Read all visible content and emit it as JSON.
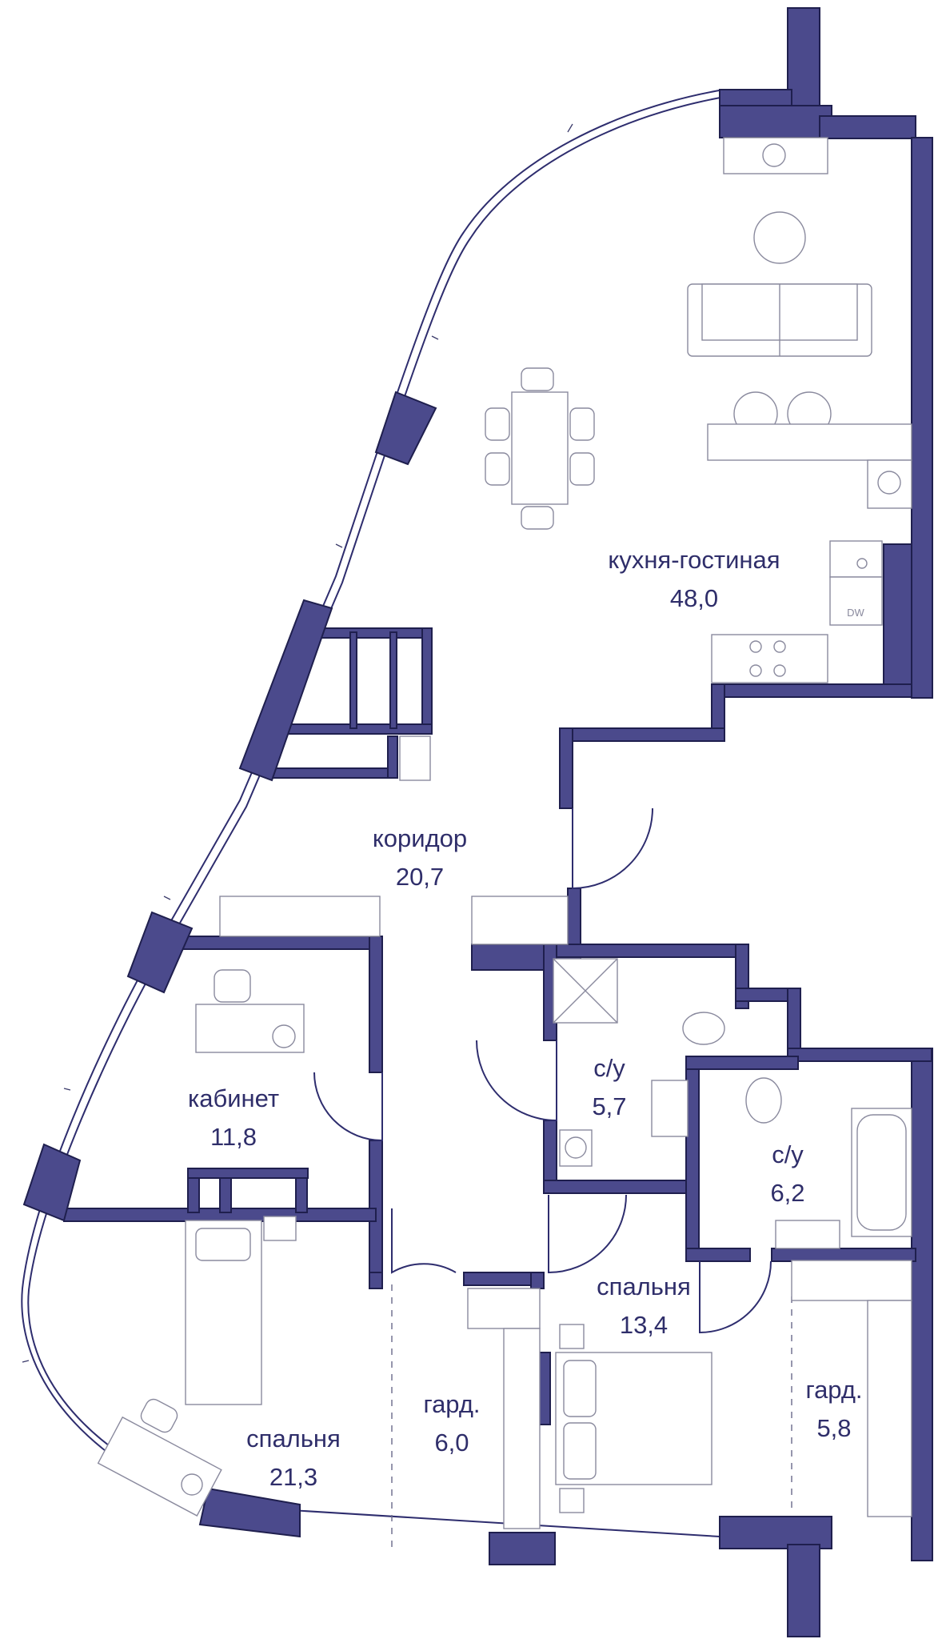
{
  "plan": {
    "rooms": [
      {
        "id": "kitchen-living",
        "name": "кухня-гостиная",
        "area": "48,0"
      },
      {
        "id": "corridor",
        "name": "коридор",
        "area": "20,7"
      },
      {
        "id": "study",
        "name": "кабинет",
        "area": "11,8"
      },
      {
        "id": "bathroom-1",
        "name": "с/у",
        "area": "5,7"
      },
      {
        "id": "bathroom-2",
        "name": "с/у",
        "area": "6,2"
      },
      {
        "id": "bedroom-small",
        "name": "спальня",
        "area": "13,4"
      },
      {
        "id": "bedroom-large",
        "name": "спальня",
        "area": "21,3"
      },
      {
        "id": "wardrobe-1",
        "name": "гард.",
        "area": "6,0"
      },
      {
        "id": "wardrobe-2",
        "name": "гард.",
        "area": "5,8"
      }
    ],
    "appliance_labels": {
      "dishwasher": "DW"
    },
    "colors": {
      "wall": "#4b4a8c",
      "text": "#2f2e6a",
      "furniture": "#8a8a9e"
    }
  }
}
